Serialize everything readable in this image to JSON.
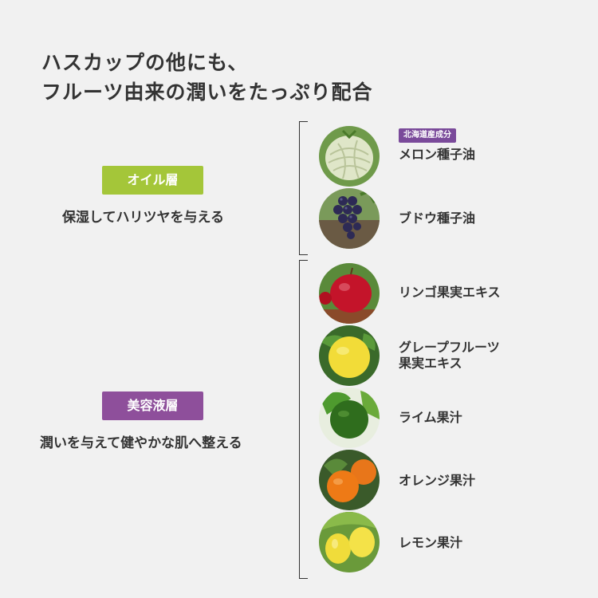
{
  "heading": {
    "line1": "ハスカップの他にも、",
    "line2": "フルーツ由来の潤いをたっぷり配合"
  },
  "oil_layer": {
    "badge": "オイル層",
    "badge_color": "#a4c639",
    "description": "保湿してハリツヤを与える"
  },
  "beauty_layer": {
    "badge": "美容液層",
    "badge_color": "#8e4f9b",
    "description": "潤いを与えて健やかな肌へ整える"
  },
  "hokkaido_tag": "北海道産成分",
  "ingredients": [
    {
      "label": "メロン種子油",
      "icon": "melon-icon"
    },
    {
      "label": "ブドウ種子油",
      "icon": "grape-icon"
    },
    {
      "label": "リンゴ果実エキス",
      "icon": "apple-icon"
    },
    {
      "label_line1": "グレープフルーツ",
      "label_line2": "果実エキス",
      "icon": "grapefruit-icon"
    },
    {
      "label": "ライム果汁",
      "icon": "lime-icon"
    },
    {
      "label": "オレンジ果汁",
      "icon": "orange-icon"
    },
    {
      "label": "レモン果汁",
      "icon": "lemon-icon"
    }
  ]
}
